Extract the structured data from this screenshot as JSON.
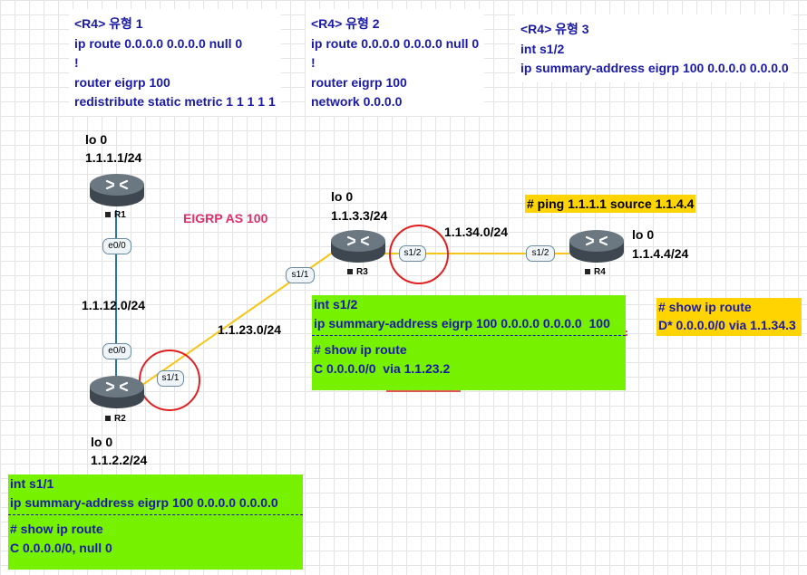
{
  "boxes": {
    "type1": {
      "title": "<R4> 유형 1",
      "lines": [
        "ip route 0.0.0.0 0.0.0.0 null 0",
        "!",
        "router eigrp 100",
        "redistribute static metric 1 1 1 1 1"
      ]
    },
    "type2": {
      "title": "<R4> 유형 2",
      "lines": [
        "ip route 0.0.0.0 0.0.0.0 null 0",
        "!",
        "router eigrp 100",
        "network 0.0.0.0"
      ]
    },
    "type3": {
      "title": "<R4> 유형 3",
      "lines": [
        "int s1/2",
        "ip summary-address eigrp 100 0.0.0.0 0.0.0.0"
      ]
    }
  },
  "routers": {
    "r1": {
      "name": "R1",
      "lo_label": "lo 0",
      "lo_ip": "1.1.1.1/24"
    },
    "r2": {
      "name": "R2",
      "lo_label": "lo 0",
      "lo_ip": "1.1.2.2/24"
    },
    "r3": {
      "name": "R3",
      "lo_label": "lo 0",
      "lo_ip": "1.1.3.3/24"
    },
    "r4": {
      "name": "R4",
      "lo_label": "lo 0",
      "lo_ip": "1.1.4.4/24"
    }
  },
  "ports": {
    "r1_e00": "e0/0",
    "r2_e00": "e0/0",
    "r2_s11": "s1/1",
    "r3_s11": "s1/1",
    "r3_s12": "s1/2",
    "r4_s12": "s1/2"
  },
  "networks": {
    "n12": "1.1.12.0/24",
    "n23": "1.1.23.0/24",
    "n34": "1.1.34.0/24"
  },
  "eigrp_label": "EIGRP AS 100",
  "ping_note": "# ping 1.1.1.1 source 1.1.4.4",
  "r3_config": {
    "line1": "int s1/2",
    "line2_prefix": "ip summary-address eigrp 100 0.0.0.0 0.0.0.0",
    "line2_ad": "100",
    "show": "# show ip route",
    "route_prefix": "C 0.0.0.0/0",
    "route_via": "via 1.1.23.2"
  },
  "r2_config": {
    "line1": "int s1/1",
    "line2": "ip summary-address eigrp 100 0.0.0.0 0.0.0.0",
    "show": "# show ip route",
    "route": "C  0.0.0.0/0,  null 0"
  },
  "r4_show": {
    "show": "# show ip route",
    "route": "D* 0.0.0.0/0 via 1.1.34.3"
  },
  "colors": {
    "link_serial": "#f5c518",
    "link_ethernet": "#2a78a8",
    "highlight_circle": "#e02020",
    "eigrp_label": "#e0306a",
    "green_box": "#76f200",
    "yellow_box": "#ffd400",
    "text_blue": "#1a1aa6"
  }
}
